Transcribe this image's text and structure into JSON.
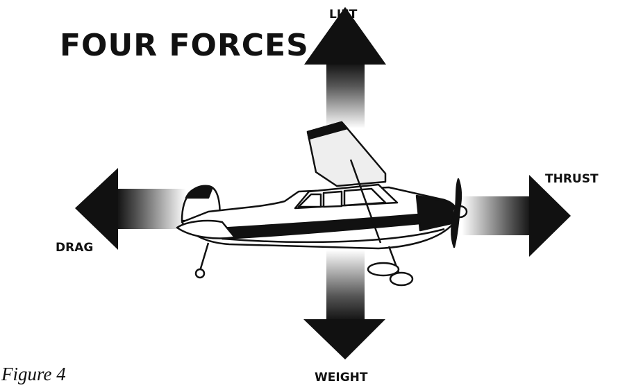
{
  "title": "FOUR FORCES",
  "forces": {
    "lift": "LIFT",
    "weight": "WEIGHT",
    "thrust": "THRUST",
    "drag": "DRAG"
  },
  "caption": "Figure 4",
  "colors": {
    "ink": "#111111",
    "background": "#ffffff"
  }
}
